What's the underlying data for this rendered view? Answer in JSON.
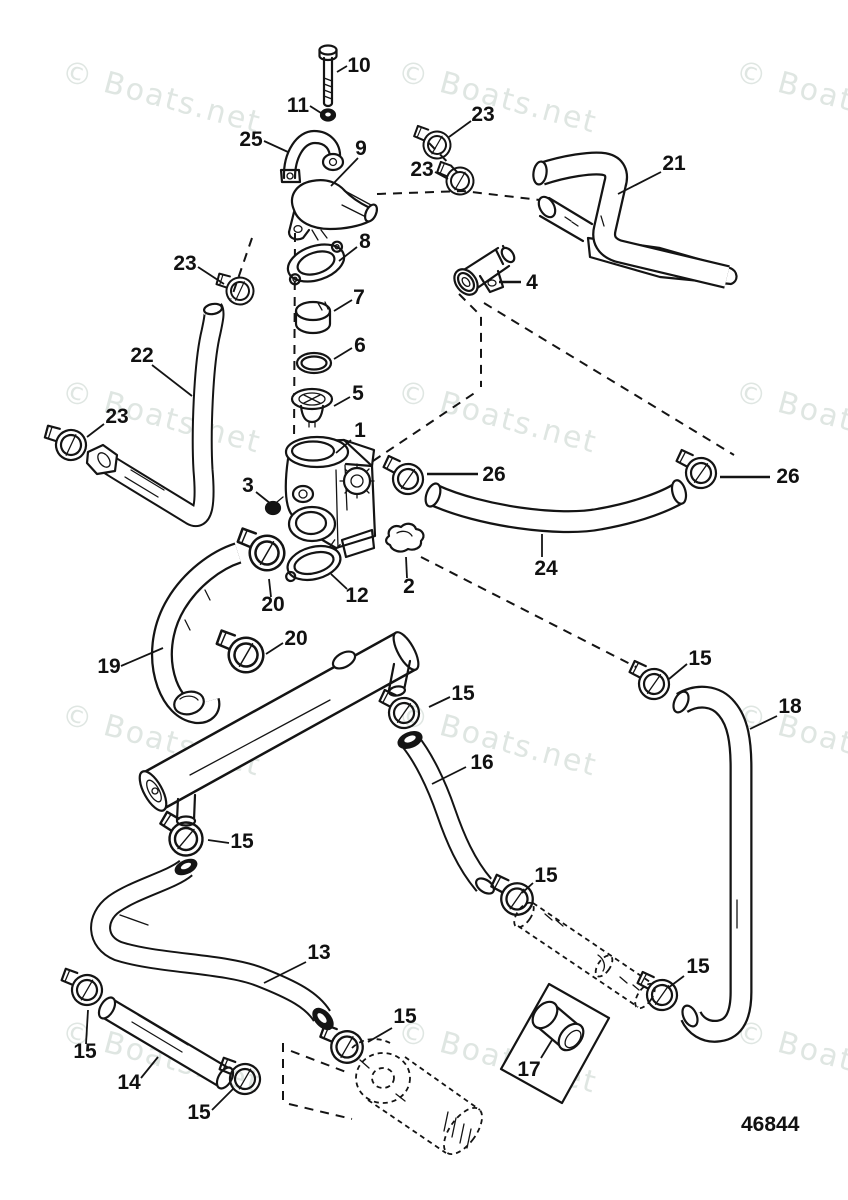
{
  "watermark": {
    "text": "© Boats.net"
  },
  "diagram": {
    "number": "46844"
  },
  "colors": {
    "ink": "#141414",
    "watermark": "#dfe6e2",
    "paper": "#ffffff"
  },
  "callouts": [
    {
      "label": "10"
    },
    {
      "label": "11"
    },
    {
      "label": "25"
    },
    {
      "label": "9"
    },
    {
      "label": "23"
    },
    {
      "label": "23"
    },
    {
      "label": "21"
    },
    {
      "label": "8"
    },
    {
      "label": "4"
    },
    {
      "label": "23"
    },
    {
      "label": "7"
    },
    {
      "label": "6"
    },
    {
      "label": "22"
    },
    {
      "label": "5"
    },
    {
      "label": "23"
    },
    {
      "label": "1"
    },
    {
      "label": "3"
    },
    {
      "label": "26"
    },
    {
      "label": "26"
    },
    {
      "label": "24"
    },
    {
      "label": "20"
    },
    {
      "label": "12"
    },
    {
      "label": "2"
    },
    {
      "label": "20"
    },
    {
      "label": "19"
    },
    {
      "label": "15"
    },
    {
      "label": "18"
    },
    {
      "label": "15"
    },
    {
      "label": "16"
    },
    {
      "label": "15"
    },
    {
      "label": "15"
    },
    {
      "label": "13"
    },
    {
      "label": "15"
    },
    {
      "label": "15"
    },
    {
      "label": "14"
    },
    {
      "label": "15"
    },
    {
      "label": "15"
    },
    {
      "label": "17"
    }
  ]
}
